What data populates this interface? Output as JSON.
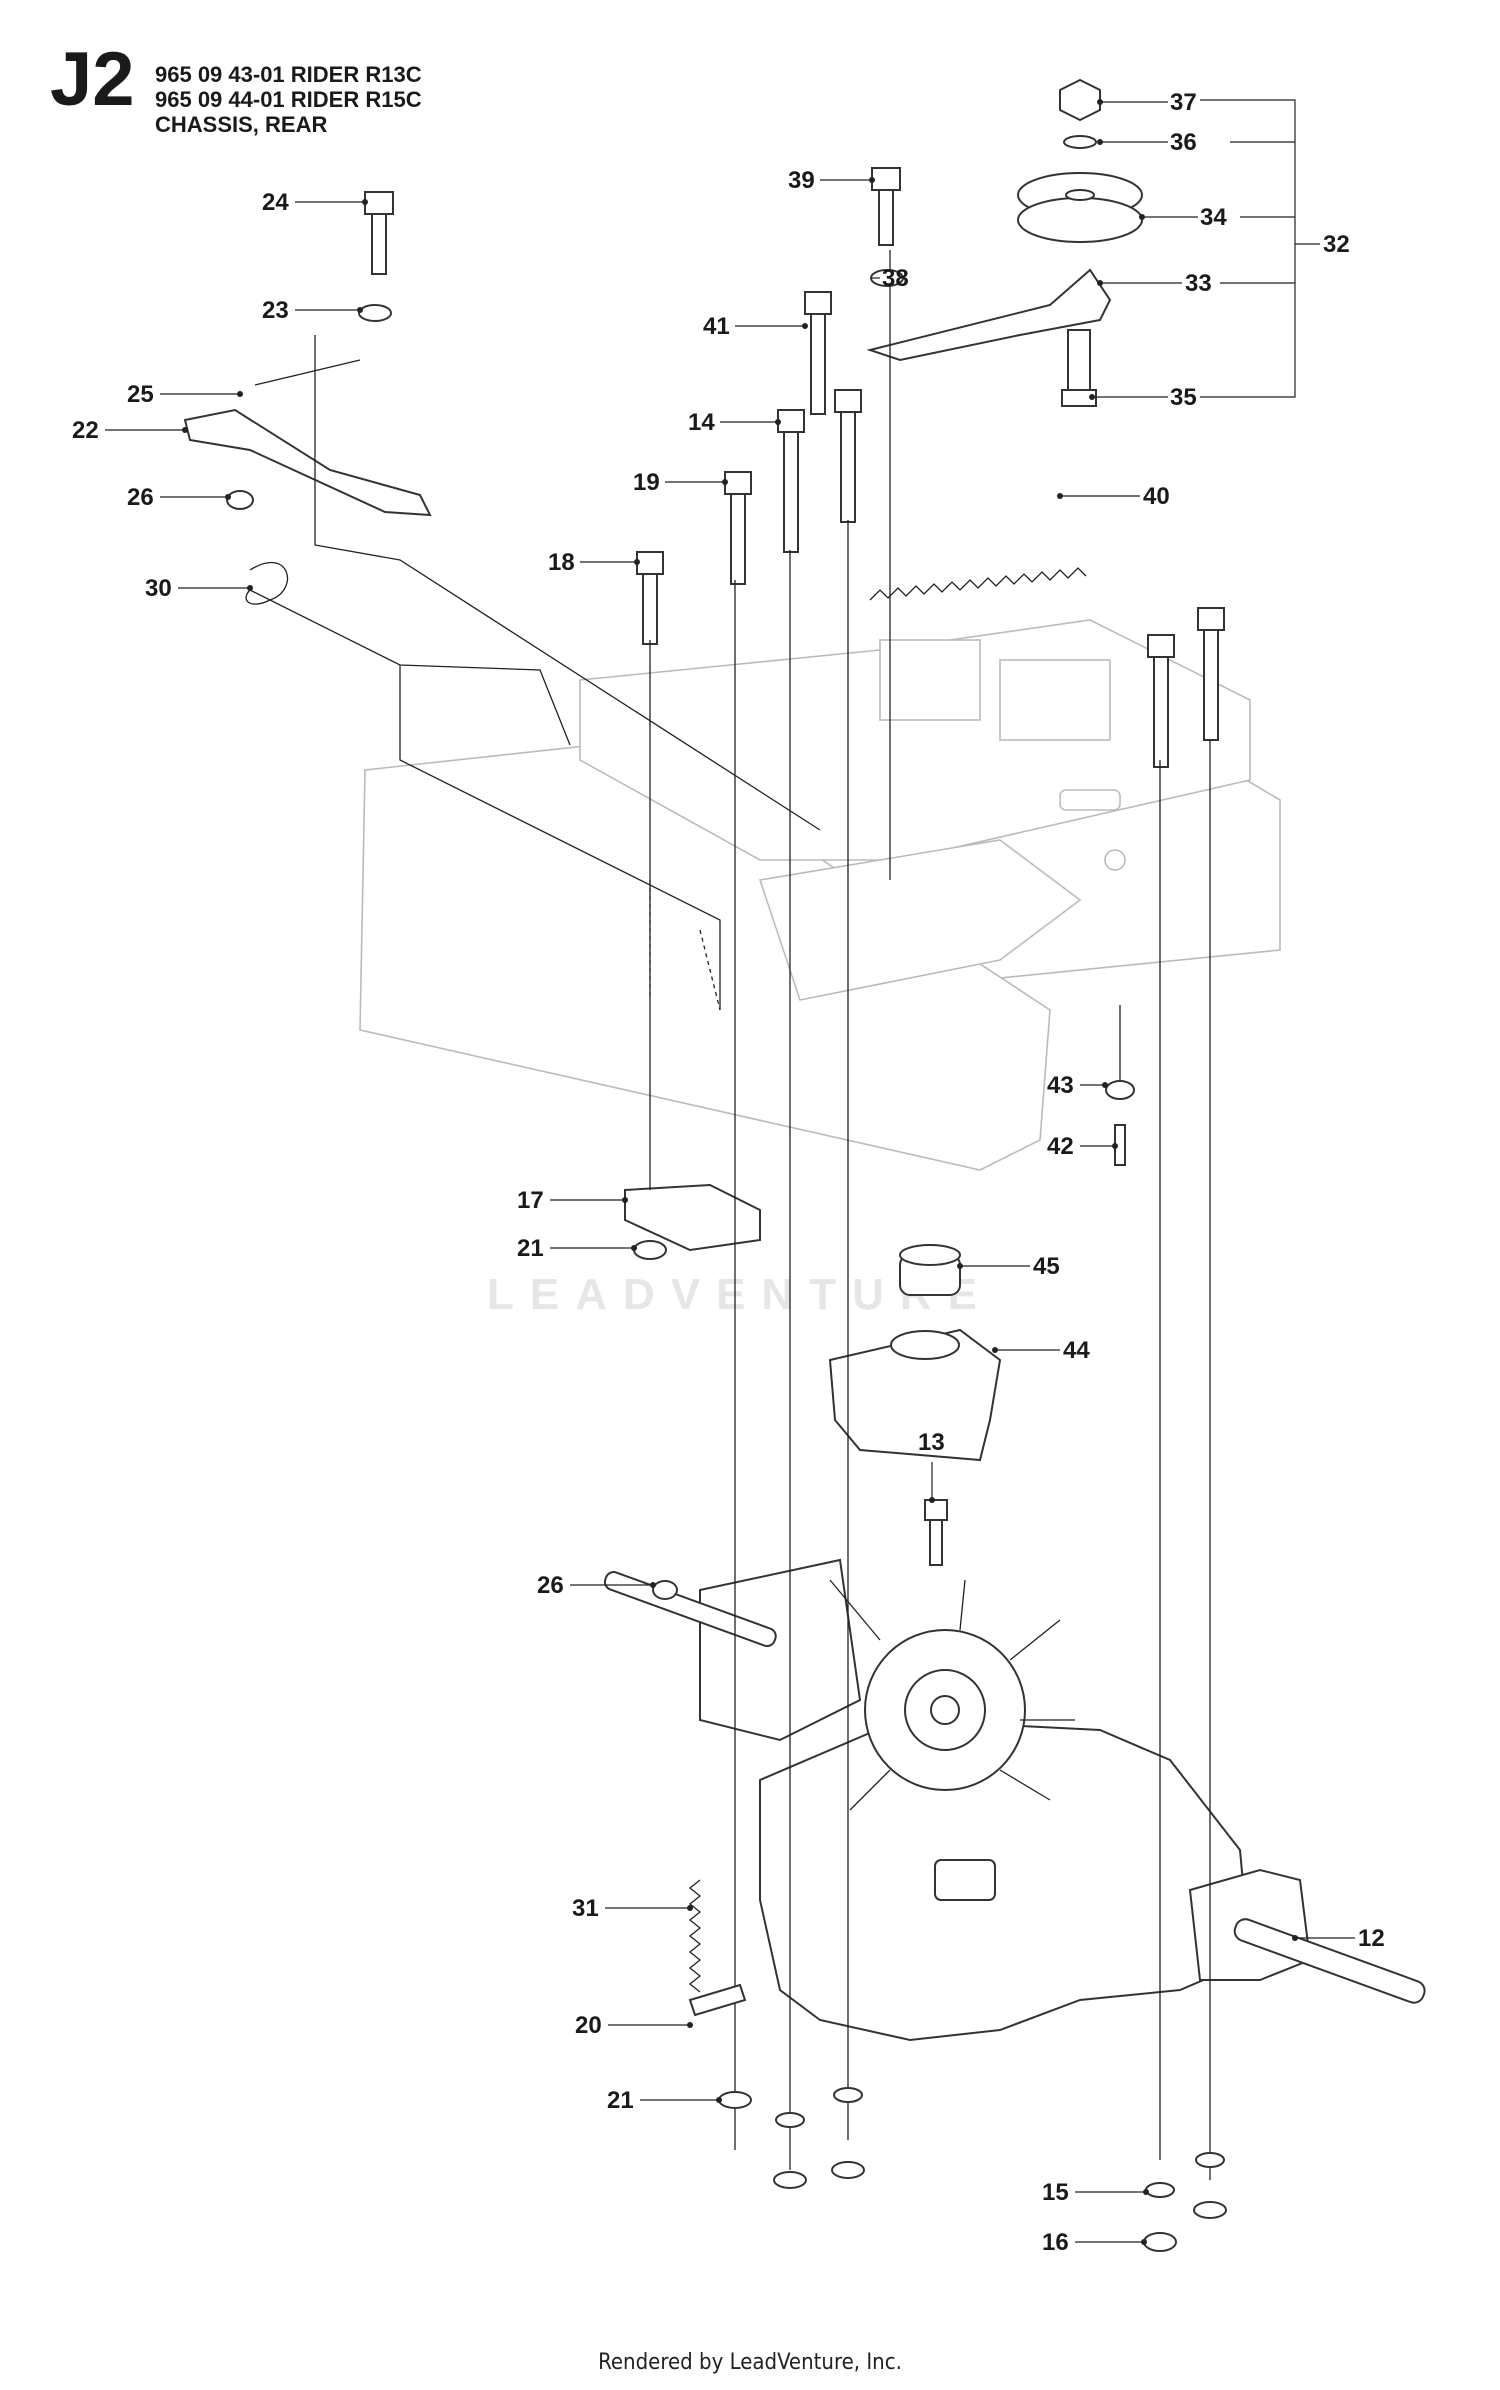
{
  "header": {
    "code": "J2",
    "lines": [
      "965 09 43-01 RIDER R13C",
      "965 09 44-01 RIDER R15C",
      "CHASSIS, REAR"
    ]
  },
  "watermark": "LEADVENTURE",
  "footer": "Rendered by LeadVenture, Inc.",
  "callouts": {
    "c37": "37",
    "c36": "36",
    "c34": "34",
    "c32": "32",
    "c33": "33",
    "c35": "35",
    "c39": "39",
    "c38": "38",
    "c41": "41",
    "c14": "14",
    "c19": "19",
    "c40": "40",
    "c18": "18",
    "c24": "24",
    "c23": "23",
    "c25": "25",
    "c22": "22",
    "c26a": "26",
    "c30": "30",
    "c43": "43",
    "c42": "42",
    "c17": "17",
    "c21a": "21",
    "c45": "45",
    "c44": "44",
    "c13": "13",
    "c26b": "26",
    "c31": "31",
    "c12": "12",
    "c20": "20",
    "c21b": "21",
    "c15": "15",
    "c16": "16"
  }
}
